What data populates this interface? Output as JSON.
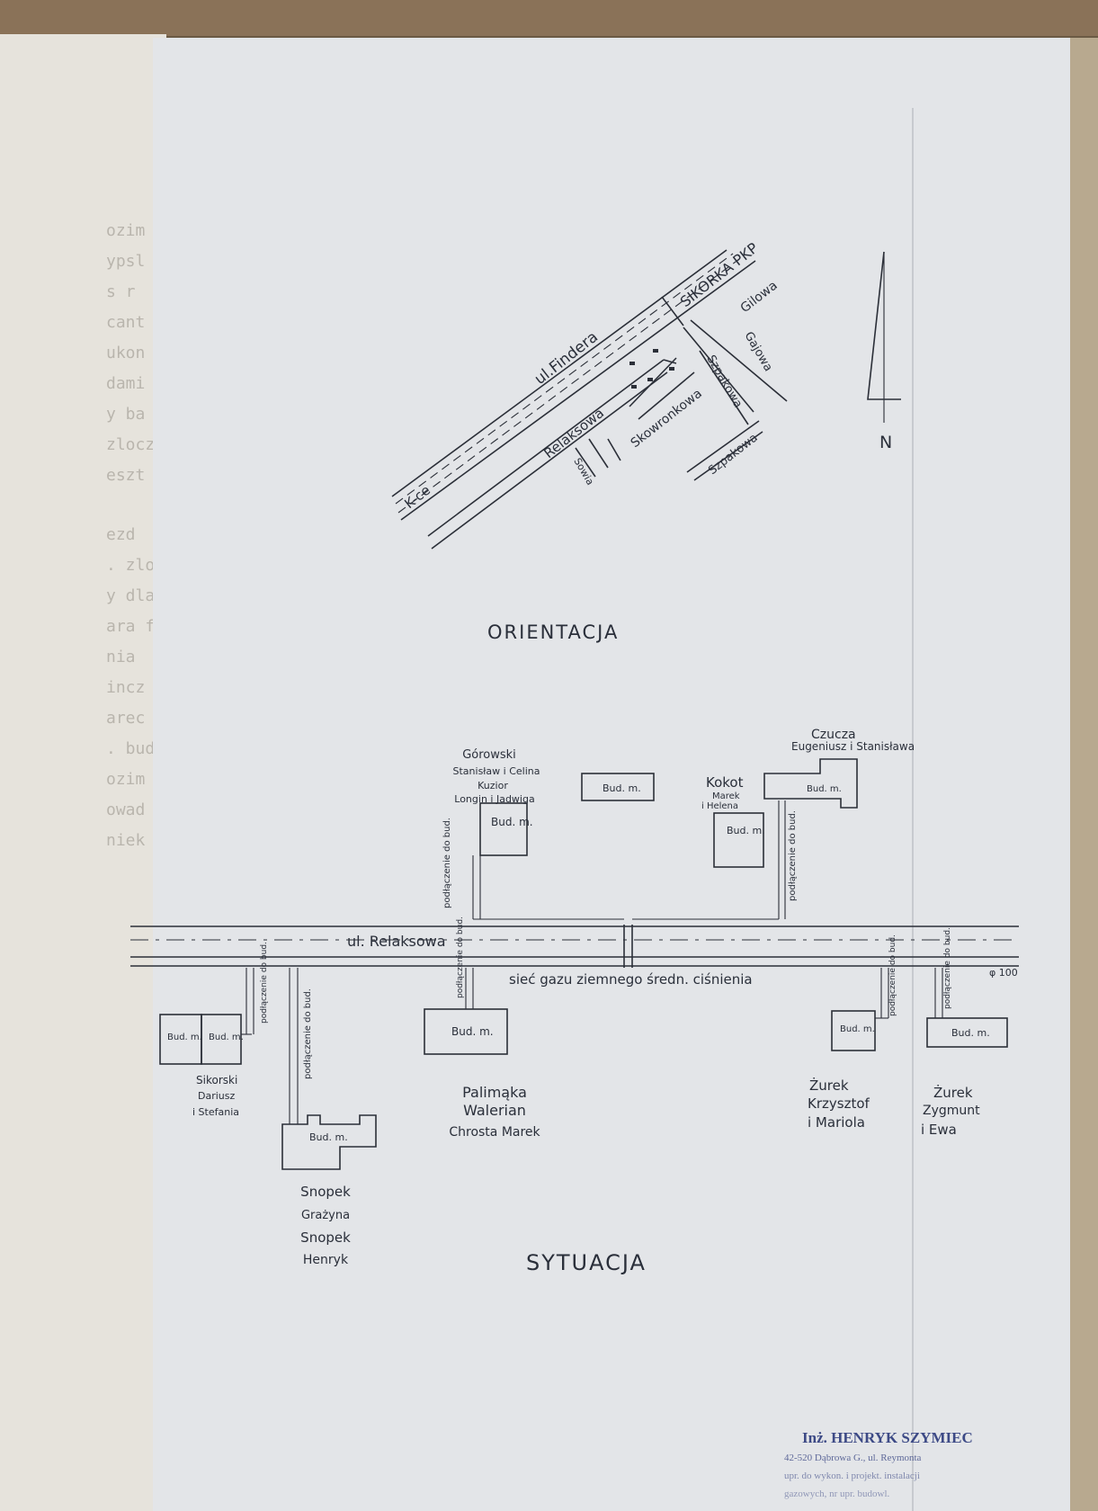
{
  "orientation_map": {
    "streets": {
      "findera": "ul.Findera",
      "relaksowa": "Relaksowa",
      "k_ce": "K-ce",
      "sikorka": "SIKORKA PKP",
      "gilowa": "Gilowa",
      "gajowa": "Gajowa",
      "szpakowa": "Szpakowa",
      "skowronkowa": "Skowronkowa",
      "szpakowa_lower": "Szpakowa",
      "sowia": "Sowia"
    },
    "north_label": "N",
    "title": "ORIENTACJA"
  },
  "site_plan": {
    "street_label": "ul. Relaksowa",
    "gas_line_label": "sieć gazu ziemnego średn. ciśnienia",
    "pipe_diameter": "φ 100",
    "building_label": "Bud. m.",
    "connection_label": "podłączenie do bud.",
    "owners": {
      "gorowski": [
        "Górowski",
        "Stanisław i Celina",
        "Kuzior",
        "Longin i Jadwiga"
      ],
      "kokot": [
        "Kokot",
        "Marek",
        "i Helena"
      ],
      "czucza": [
        "Czucza",
        "Eugeniusz i Stanisława"
      ],
      "palimaka": [
        "Palimąka",
        "Walerian",
        "Chrosta Marek"
      ],
      "zurek_k": [
        "Żurek",
        "Krzysztof",
        "i Mariola"
      ],
      "zurek_z": [
        "Żurek",
        "Zygmunt",
        "i Ewa"
      ],
      "snopek": [
        "Snopek",
        "Grażyna",
        "Snopek",
        "Henryk"
      ],
      "sikorska": [
        "Sikorski",
        "Dariusz",
        "i Stefania"
      ]
    },
    "title": "SYTUACJA"
  },
  "stamp": {
    "line1": "Inż. HENRYK SZYMIEC",
    "line2": "42-520 Dąbrowa G., ul. Reymonta",
    "line3": "upr. do wykon. i projekt. instalacji",
    "line4": "gazowych, nr upr. budowl."
  },
  "colors": {
    "paper": "#e3e5e8",
    "ink": "#2b2f38",
    "stamp": "#3d4a86",
    "background": "#6b5a44"
  }
}
